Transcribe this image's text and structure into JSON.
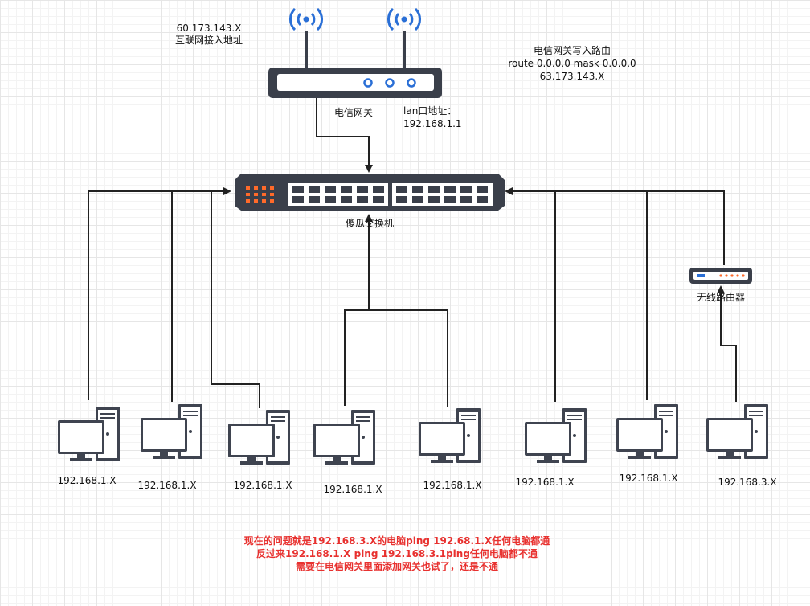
{
  "gateway": {
    "wan_ip": "60.173.143.X",
    "wan_caption": "互联网接入地址",
    "name": "电信网关",
    "lan_caption": "lan口地址：",
    "lan_ip": "192.168.1.1",
    "route_title": "电信网关写入路由",
    "route_cmd": "route 0.0.0.0 mask 0.0.0.0",
    "route_next_hop": "63.173.143.X"
  },
  "switch": {
    "name": "傻瓜交换机"
  },
  "wireless_router": {
    "name": "无线路由器"
  },
  "computers": [
    {
      "ip": "192.168.1.X"
    },
    {
      "ip": "192.168.1.X"
    },
    {
      "ip": "192.168.1.X"
    },
    {
      "ip": "192.168.1.X"
    },
    {
      "ip": "192.168.1.X"
    },
    {
      "ip": "192.168.1.X"
    },
    {
      "ip": "192.168.1.X"
    },
    {
      "ip": "192.168.3.X"
    }
  ],
  "note": {
    "line1": "现在的问题就是192.168.3.X的电脑ping 192.68.1.X任何电脑都通",
    "line2": "反过来192.168.1.X  ping  192.168.3.1ping任何电脑都不通",
    "line3": "需要在电信网关里面添加网关也试了，还是不通"
  },
  "colors": {
    "device_body": "#3a3f4a",
    "port_white": "#ffffff",
    "led_orange": "#ff6a2a",
    "led_blue": "#2a6fd6",
    "note_red": "#e8312f",
    "line": "#222222"
  }
}
